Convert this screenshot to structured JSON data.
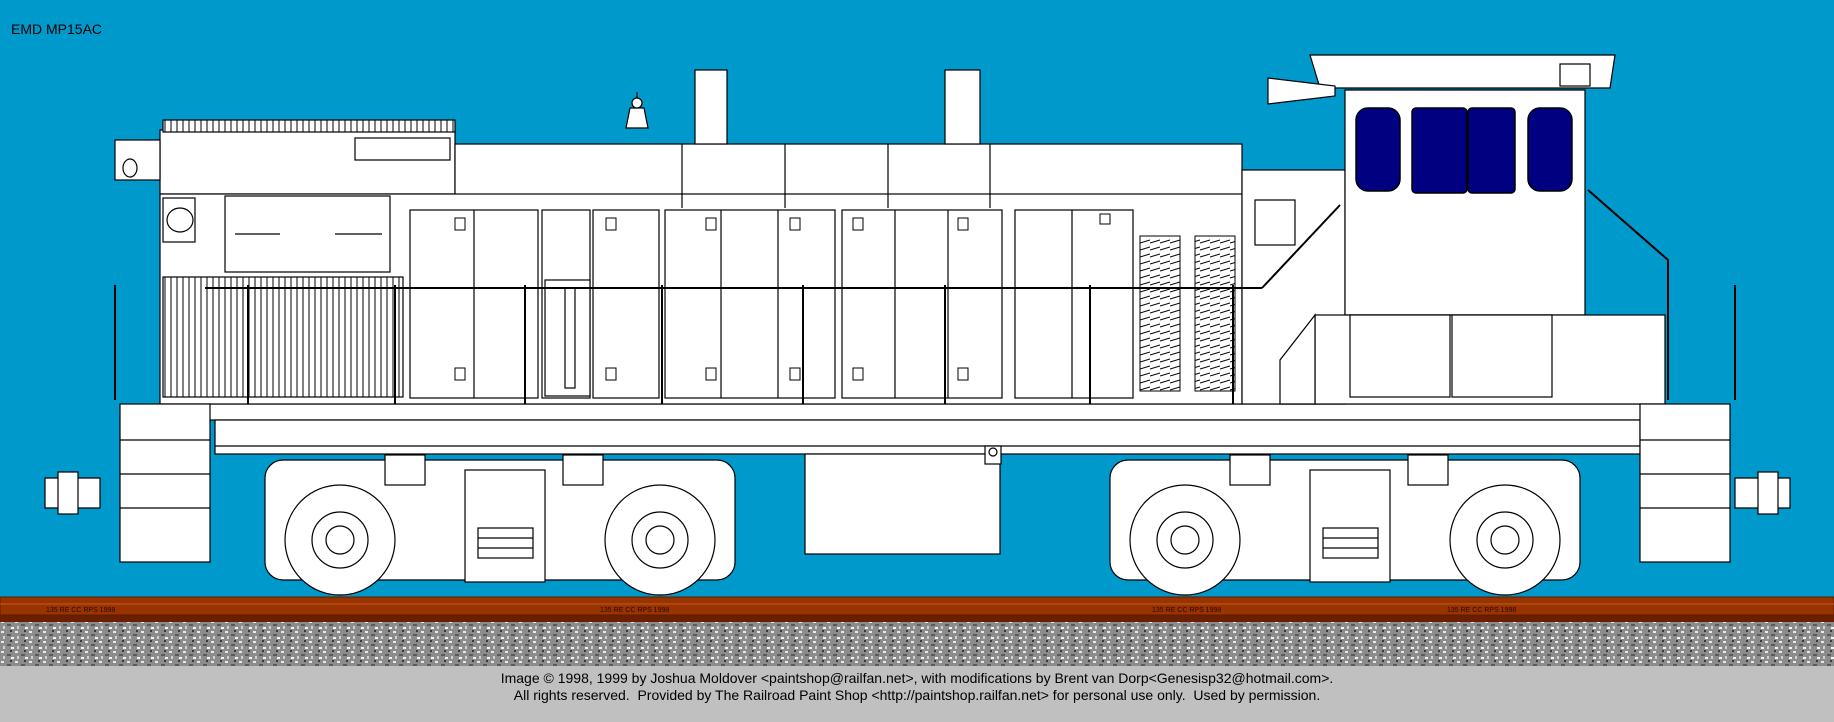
{
  "title": "EMD MP15AC",
  "rail_text": "135 RE CC RPS 1998",
  "credits": {
    "line1": "Image © 1998, 1999 by Joshua Moldover <paintshop@railfan.net>, with modifications by Brent van Dorp<Genesisp32@hotmail.com>.",
    "line2": "All rights reserved.  Provided by The Railroad Paint Shop <http://paintshop.railfan.net> for personal use only.  Used by permission."
  },
  "colors": {
    "sky": "#0099cc",
    "body": "#ffffff",
    "outline": "#000000",
    "windows": "#000080",
    "rail": "#993300",
    "ballast": "#9a9a9a",
    "footer": "#c0c0c0"
  }
}
